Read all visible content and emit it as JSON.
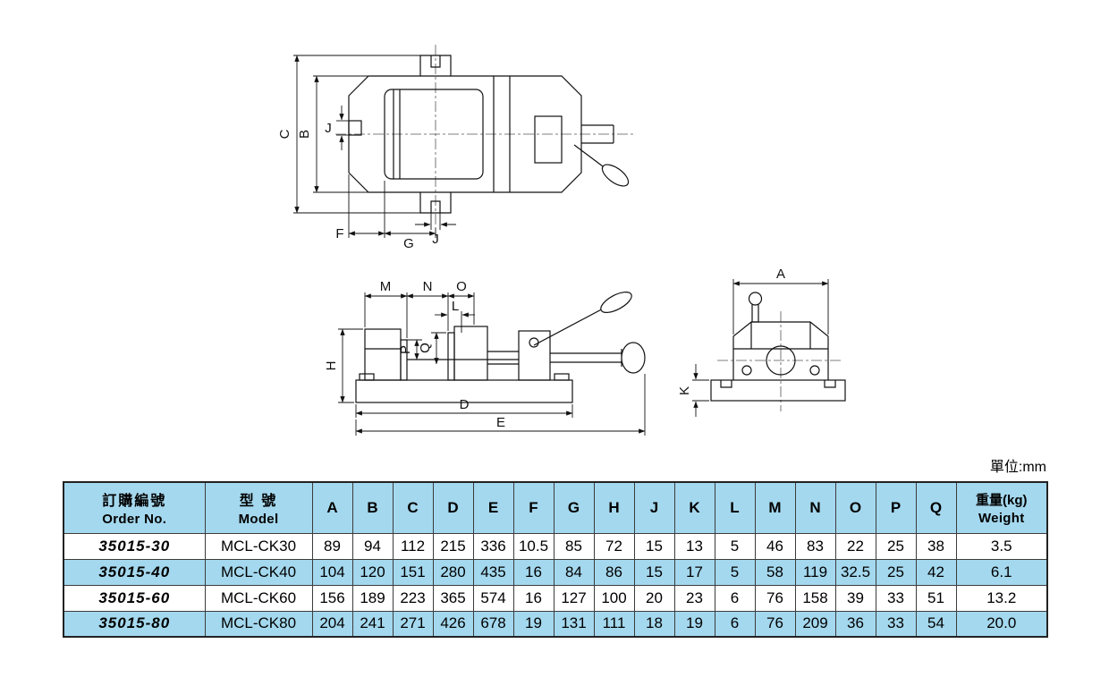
{
  "page": {
    "unit_note": "單位:mm"
  },
  "drawings": {
    "top": [
      "C",
      "B",
      "J",
      "J",
      "F",
      "G"
    ],
    "side": [
      "M",
      "N",
      "O",
      "L",
      "P",
      "Q",
      "H",
      "D",
      "E"
    ],
    "end": [
      "A",
      "K"
    ]
  },
  "table": {
    "headers": {
      "order_no_zh": "訂購編號",
      "order_no_en": "Order No.",
      "model_zh": "型 號",
      "model_en": "Model",
      "dims": [
        "A",
        "B",
        "C",
        "D",
        "E",
        "F",
        "G",
        "H",
        "J",
        "K",
        "L",
        "M",
        "N",
        "O",
        "P",
        "Q"
      ],
      "weight_zh": "重量(kg)",
      "weight_en": "Weight"
    },
    "rows": [
      {
        "order": "35015-30",
        "model": "MCL-CK30",
        "values": [
          "89",
          "94",
          "112",
          "215",
          "336",
          "10.5",
          "85",
          "72",
          "15",
          "13",
          "5",
          "46",
          "83",
          "22",
          "25",
          "38"
        ],
        "weight": "3.5"
      },
      {
        "order": "35015-40",
        "model": "MCL-CK40",
        "values": [
          "104",
          "120",
          "151",
          "280",
          "435",
          "16",
          "84",
          "86",
          "15",
          "17",
          "5",
          "58",
          "119",
          "32.5",
          "25",
          "42"
        ],
        "weight": "6.1"
      },
      {
        "order": "35015-60",
        "model": "MCL-CK60",
        "values": [
          "156",
          "189",
          "223",
          "365",
          "574",
          "16",
          "127",
          "100",
          "20",
          "23",
          "6",
          "76",
          "158",
          "39",
          "33",
          "51"
        ],
        "weight": "13.2"
      },
      {
        "order": "35015-80",
        "model": "MCL-CK80",
        "values": [
          "204",
          "241",
          "271",
          "426",
          "678",
          "19",
          "131",
          "111",
          "18",
          "19",
          "6",
          "76",
          "209",
          "36",
          "33",
          "54"
        ],
        "weight": "20.0"
      }
    ]
  },
  "colors": {
    "table_blue": "#a4d8ee",
    "line": "#111111"
  }
}
